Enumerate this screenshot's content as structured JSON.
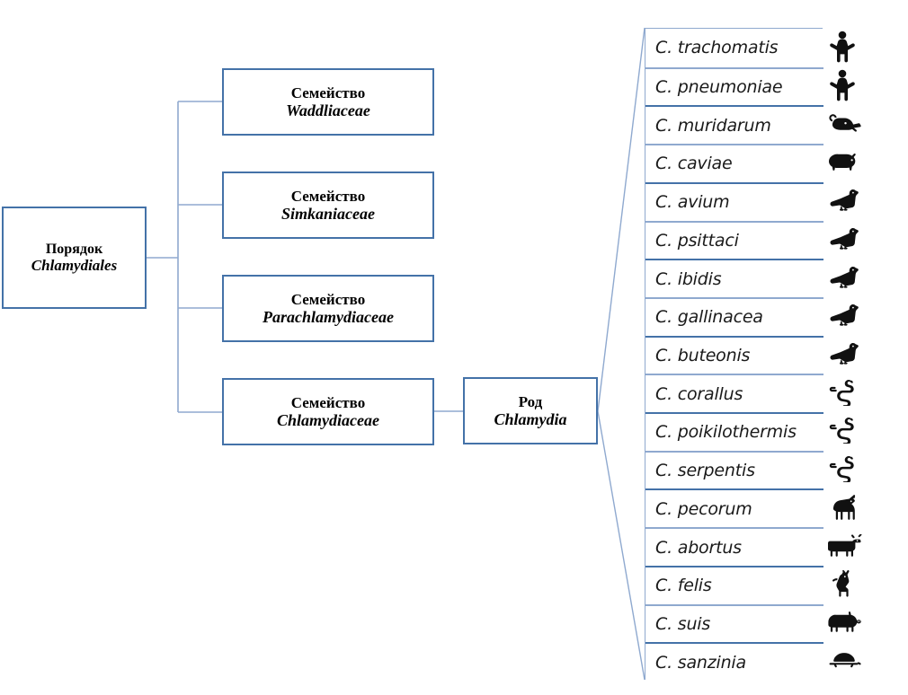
{
  "diagram": {
    "title": "Chlamydiales taxonomy",
    "accent_color": "#4472a8",
    "light_accent_color": "#8fa9cf"
  },
  "order": {
    "rank_label": "Порядок",
    "taxon": "Chlamydiales"
  },
  "families": [
    {
      "rank_label": "Семейство",
      "taxon": "Waddliaceae"
    },
    {
      "rank_label": "Семейство",
      "taxon": "Simkaniaceae"
    },
    {
      "rank_label": "Семейство",
      "taxon": "Parachlamydiaceae"
    },
    {
      "rank_label": "Семейство",
      "taxon": "Chlamydiaceae"
    }
  ],
  "genus": {
    "rank_label": "Род",
    "taxon": "Chlamydia"
  },
  "species": [
    {
      "name": "C. trachomatis",
      "host_icon": "human-icon"
    },
    {
      "name": "C. pneumoniae",
      "host_icon": "human-icon"
    },
    {
      "name": "C. muridarum",
      "host_icon": "mouse-icon"
    },
    {
      "name": "C. caviae",
      "host_icon": "guinea-pig-icon"
    },
    {
      "name": "C. avium",
      "host_icon": "bird-icon"
    },
    {
      "name": "C. psittaci",
      "host_icon": "bird-icon"
    },
    {
      "name": "C. ibidis",
      "host_icon": "bird-icon"
    },
    {
      "name": "C. gallinacea",
      "host_icon": "bird-icon"
    },
    {
      "name": "C. buteonis",
      "host_icon": "bird-icon"
    },
    {
      "name": "C. corallus",
      "host_icon": "snake-icon"
    },
    {
      "name": "C. poikilothermis",
      "host_icon": "snake-icon"
    },
    {
      "name": "C. serpentis",
      "host_icon": "snake-icon"
    },
    {
      "name": "C. pecorum",
      "host_icon": "horse-icon"
    },
    {
      "name": "C. abortus",
      "host_icon": "cow-icon"
    },
    {
      "name": "C. felis",
      "host_icon": "cat-icon"
    },
    {
      "name": "C. suis",
      "host_icon": "pig-icon"
    },
    {
      "name": "C. sanzinia",
      "host_icon": "turtle-icon"
    }
  ]
}
